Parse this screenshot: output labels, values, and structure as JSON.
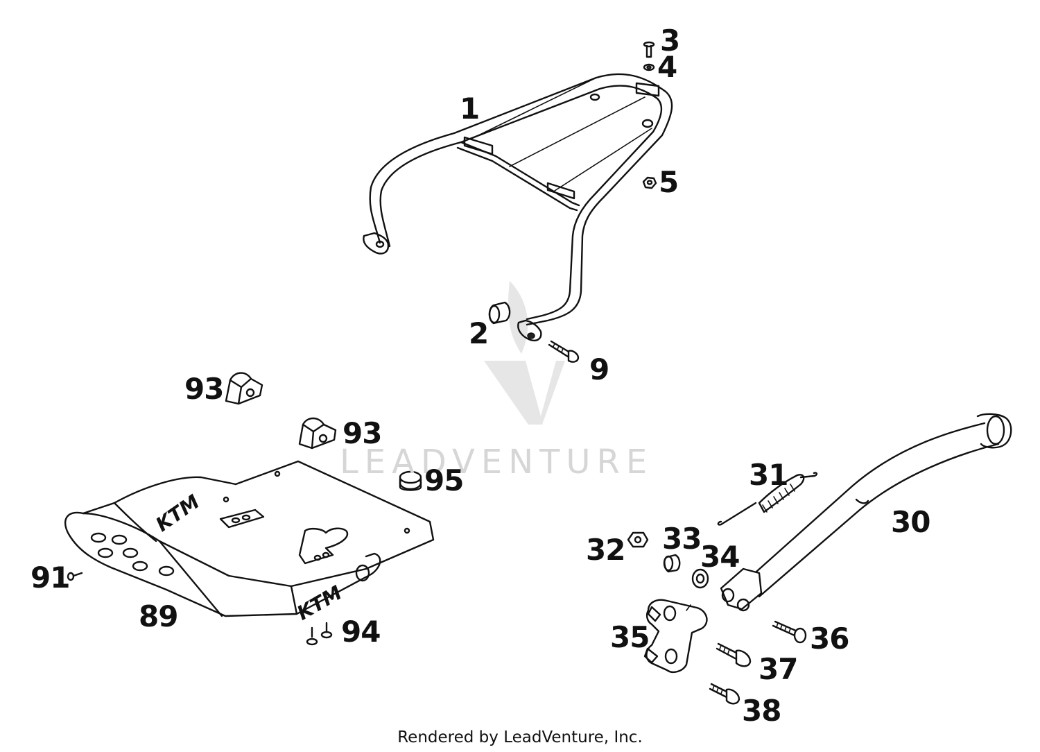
{
  "watermark": {
    "brand": "LEADVENTURE",
    "logo_icon": "leadventure-logo-icon"
  },
  "credit": "Rendered by LeadVenture, Inc.",
  "callouts": {
    "c1": "1",
    "c2": "2",
    "c3": "3",
    "c4": "4",
    "c5": "5",
    "c9": "9",
    "c30": "30",
    "c31": "31",
    "c32": "32",
    "c33": "33",
    "c34": "34",
    "c35": "35",
    "c36": "36",
    "c37": "37",
    "c38": "38",
    "c89": "89",
    "c91": "91",
    "c93a": "93",
    "c93b": "93",
    "c94": "94",
    "c95": "95"
  },
  "parts": {
    "p1": "rear-luggage-rack",
    "p2": "spacer-sleeve",
    "p3": "countersunk-screw",
    "p4": "washer",
    "p5": "hex-nut",
    "p9": "cap-screw",
    "p30": "side-stand",
    "p31": "tension-spring",
    "p32": "collar-nut",
    "p33": "bushing",
    "p34": "washer",
    "p35": "side-stand-bracket",
    "p36": "countersunk-screw",
    "p37": "cap-screw",
    "p38": "cap-screw",
    "p89": "skid-plate",
    "p91": "screw",
    "p93": "rubber-mount",
    "p94": "screw-set",
    "p95": "rubber-plug"
  },
  "logo_marks": [
    "KTM",
    "KTM"
  ]
}
